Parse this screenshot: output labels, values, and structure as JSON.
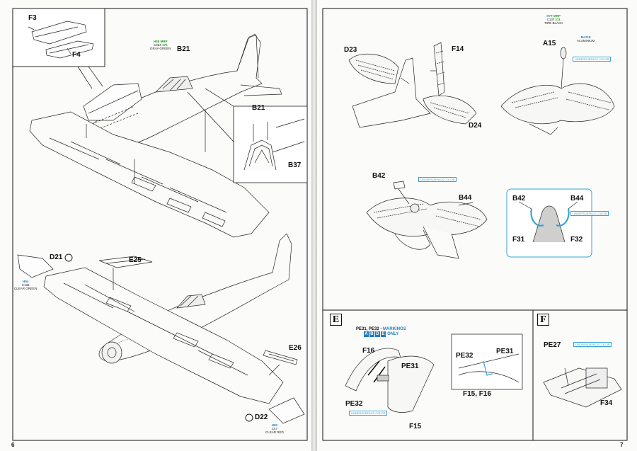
{
  "left_page": {
    "page_number": "6",
    "inset_labels": [
      "F3",
      "F4"
    ],
    "parts": {
      "b21": "B21",
      "b21_detail": "B21",
      "b37": "B37",
      "d21": "D21",
      "e25": "E25",
      "e26": "E26",
      "d22": "D22"
    },
    "paint_codes": {
      "gray_green": {
        "h": "H58",
        "mr": "MRP",
        "c": "C364",
        "a": "175",
        "name": "GRAY-GREEN"
      },
      "clear_green": {
        "h": "H94",
        "c": "C138",
        "name": "CLEAR GREEN"
      },
      "clear_red": {
        "h": "H90",
        "c": "C47",
        "name": "CLEAR RED"
      }
    }
  },
  "right_page": {
    "page_number": "7",
    "parts": {
      "d23": "D23",
      "f14": "F14",
      "d24": "D24",
      "a15": "A15",
      "b42": "B42",
      "b44": "B44",
      "b42_detail": "B42",
      "b44_detail": "B44",
      "f31": "F31",
      "f32": "F32"
    },
    "paint_codes": {
      "tire_black": {
        "h": "H77",
        "mr": "MRP",
        "c": "C137",
        "a": "111",
        "name": "TIRE BLACK"
      },
      "aluminium": {
        "code": "Mc218",
        "name": "ALUMINIUM"
      }
    },
    "notes": {
      "underside_a15": "UNDERSURFACE COLOR",
      "underside_b42": "UNDERSURFACE COLOR",
      "underside_detail": "UNDERSURFACE COLOR",
      "underside_e": "UNDERSURFACE COLOR",
      "underside_f": "UNDERSURFACE COLOR"
    },
    "section_e": {
      "letter": "E",
      "markings_prefix": "PE31, PE32 - ",
      "markings_word": "MARKINGS",
      "markings_letters": [
        "A",
        "B",
        "D",
        "E"
      ],
      "only": "ONLY",
      "parts": {
        "f16": "F16",
        "pe31": "PE31",
        "pe32": "PE32",
        "f15": "F15",
        "pe32_detail": "PE32",
        "pe31_detail": "PE31",
        "f15_f16": "F15, F16"
      }
    },
    "section_f": {
      "letter": "F",
      "parts": {
        "pe27": "PE27",
        "f34": "F34"
      }
    }
  }
}
